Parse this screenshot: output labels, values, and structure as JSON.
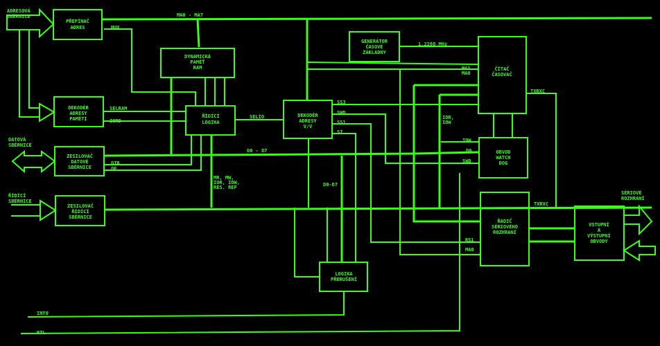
{
  "colors": {
    "background": "#000000",
    "foreground": "#39ff14"
  },
  "blocks": {
    "prepinac_adres": [
      "PŘEPÍNAČ",
      "ADRES"
    ],
    "ram": [
      "DYNAMICKÁ",
      "PAMĚŤ",
      "RAM"
    ],
    "dekoder_pameti": [
      "DEKODÉR",
      "ADRESY",
      "PAMĚTI"
    ],
    "ridici_logika": [
      "ŘÍDÍCÍ",
      "LOGIKA"
    ],
    "dekoder_vv": [
      "DEKODÉR",
      "ADRESY",
      "V/V"
    ],
    "generator": [
      "GENERÁTOR",
      "ČASOVÉ",
      "ZÁKLADNY"
    ],
    "citac": [
      "ČÍTAČ",
      "ČASOVAČ"
    ],
    "watchdog": [
      "OBVOD",
      "WATCH",
      "DOG"
    ],
    "zesilovac_dat": [
      "ZESILOVAČ",
      "DATOVÉ",
      "SBĚRNICE"
    ],
    "zesilovac_ridici": [
      "ZESILOVAČ",
      "ŘÍDÍCÍ",
      "SBĚRNICE"
    ],
    "radic_serial": [
      "ŘADIČ",
      "SÉRIOVÉHO",
      "ROZHRANÍ"
    ],
    "vstupni_vystupni": [
      "VSTUPNÍ",
      "A",
      "VÝSTUPNÍ",
      "OBVODY"
    ],
    "logika_preruseni": [
      "LOGIKA",
      "PŘERUŠENÍ"
    ]
  },
  "buses": {
    "adresova": [
      "ADRESOVÁ",
      "SBĚRNICE"
    ],
    "datova": [
      "DATOVÁ",
      "SBĚRNICE"
    ],
    "ridici": [
      "ŘÍDÍCÍ",
      "SBĚRNICE"
    ],
    "seriove": [
      "SÉRIOVÉ",
      "ROZHRANÍ"
    ]
  },
  "signals": {
    "ma0_ma7": "MA0 - MA7",
    "mux": "MUX",
    "selram": "SELRAM",
    "iord": "IORD",
    "selio": "SELIO",
    "dir": "DIR",
    "oe": "OE",
    "d0_d7": "D0 - D7",
    "ctrl": [
      "MR, MW,",
      "IOR, IOW,",
      "RES. REF"
    ],
    "d0_d7_b": "D0-D7",
    "ss3": "SS3",
    "swd": "SWD",
    "ss1": "SS1",
    "si": "SI",
    "clk": "1,2288 MHz",
    "ma1": "MA1",
    "ma0": "MA0",
    "ior_iow": [
      "IOR,",
      "IOW"
    ],
    "iow": "IOW",
    "d0": "D0",
    "swd2": "SWD",
    "txrxc1": "TXRXC",
    "txrxc2": "TXRXC",
    "rs1": "RS1",
    "ma0_b": "MA0",
    "int0": "INT0",
    "rtl": "RTL"
  }
}
